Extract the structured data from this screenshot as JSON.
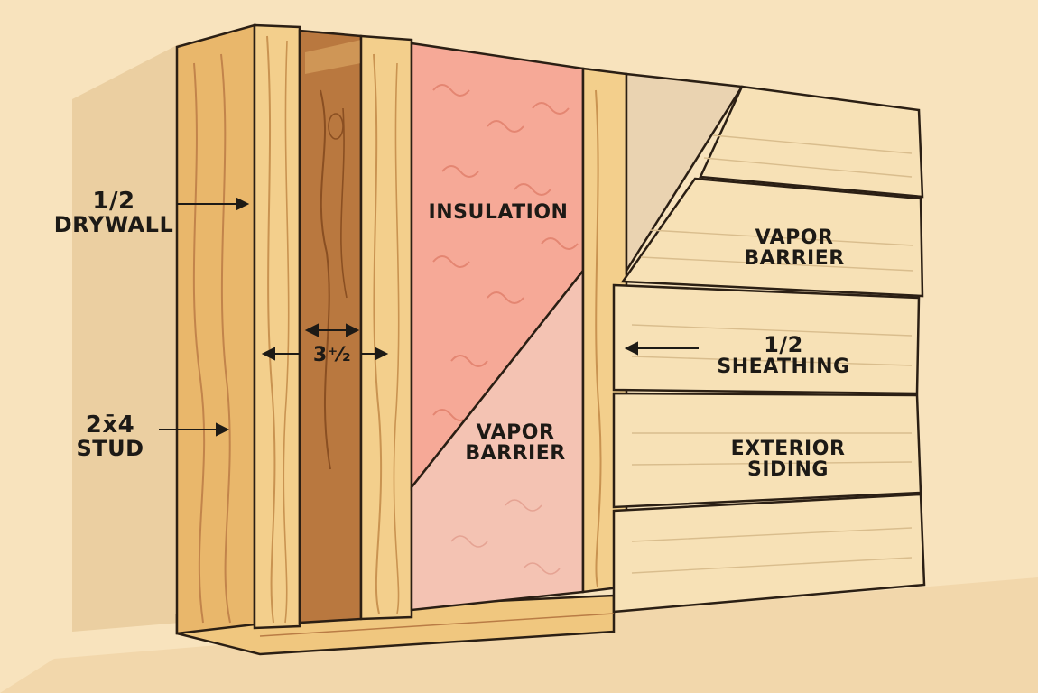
{
  "diagram": {
    "labels": {
      "drywall": {
        "line1": "1/2",
        "line2": "DRYWALL"
      },
      "stud": {
        "line1": "2x̄4",
        "line2": "STUD"
      },
      "stud_width": "3⁺⁄₂",
      "insulation": "INSULATION",
      "vapor_barrier_inner": {
        "line1": "VAPOR",
        "line2": "BARRIER"
      },
      "vapor_barrier_outer": {
        "line1": "VAPOR",
        "line2": "BARRIER"
      },
      "sheathing": {
        "line1": "1/2",
        "line2": "SHEATHING"
      },
      "siding": {
        "line1": "EXTERIOR",
        "line2": "SIDING"
      }
    },
    "colors": {
      "background": "#f8e3bd",
      "wood": "#f0c77f",
      "wood_dark": "#c2844b",
      "insulation": "#f6a997",
      "vapor_barrier": "#f4c3b3",
      "sheathing": "#ead3b1",
      "siding": "#f7e1b6",
      "outline": "#2b1f14"
    }
  }
}
